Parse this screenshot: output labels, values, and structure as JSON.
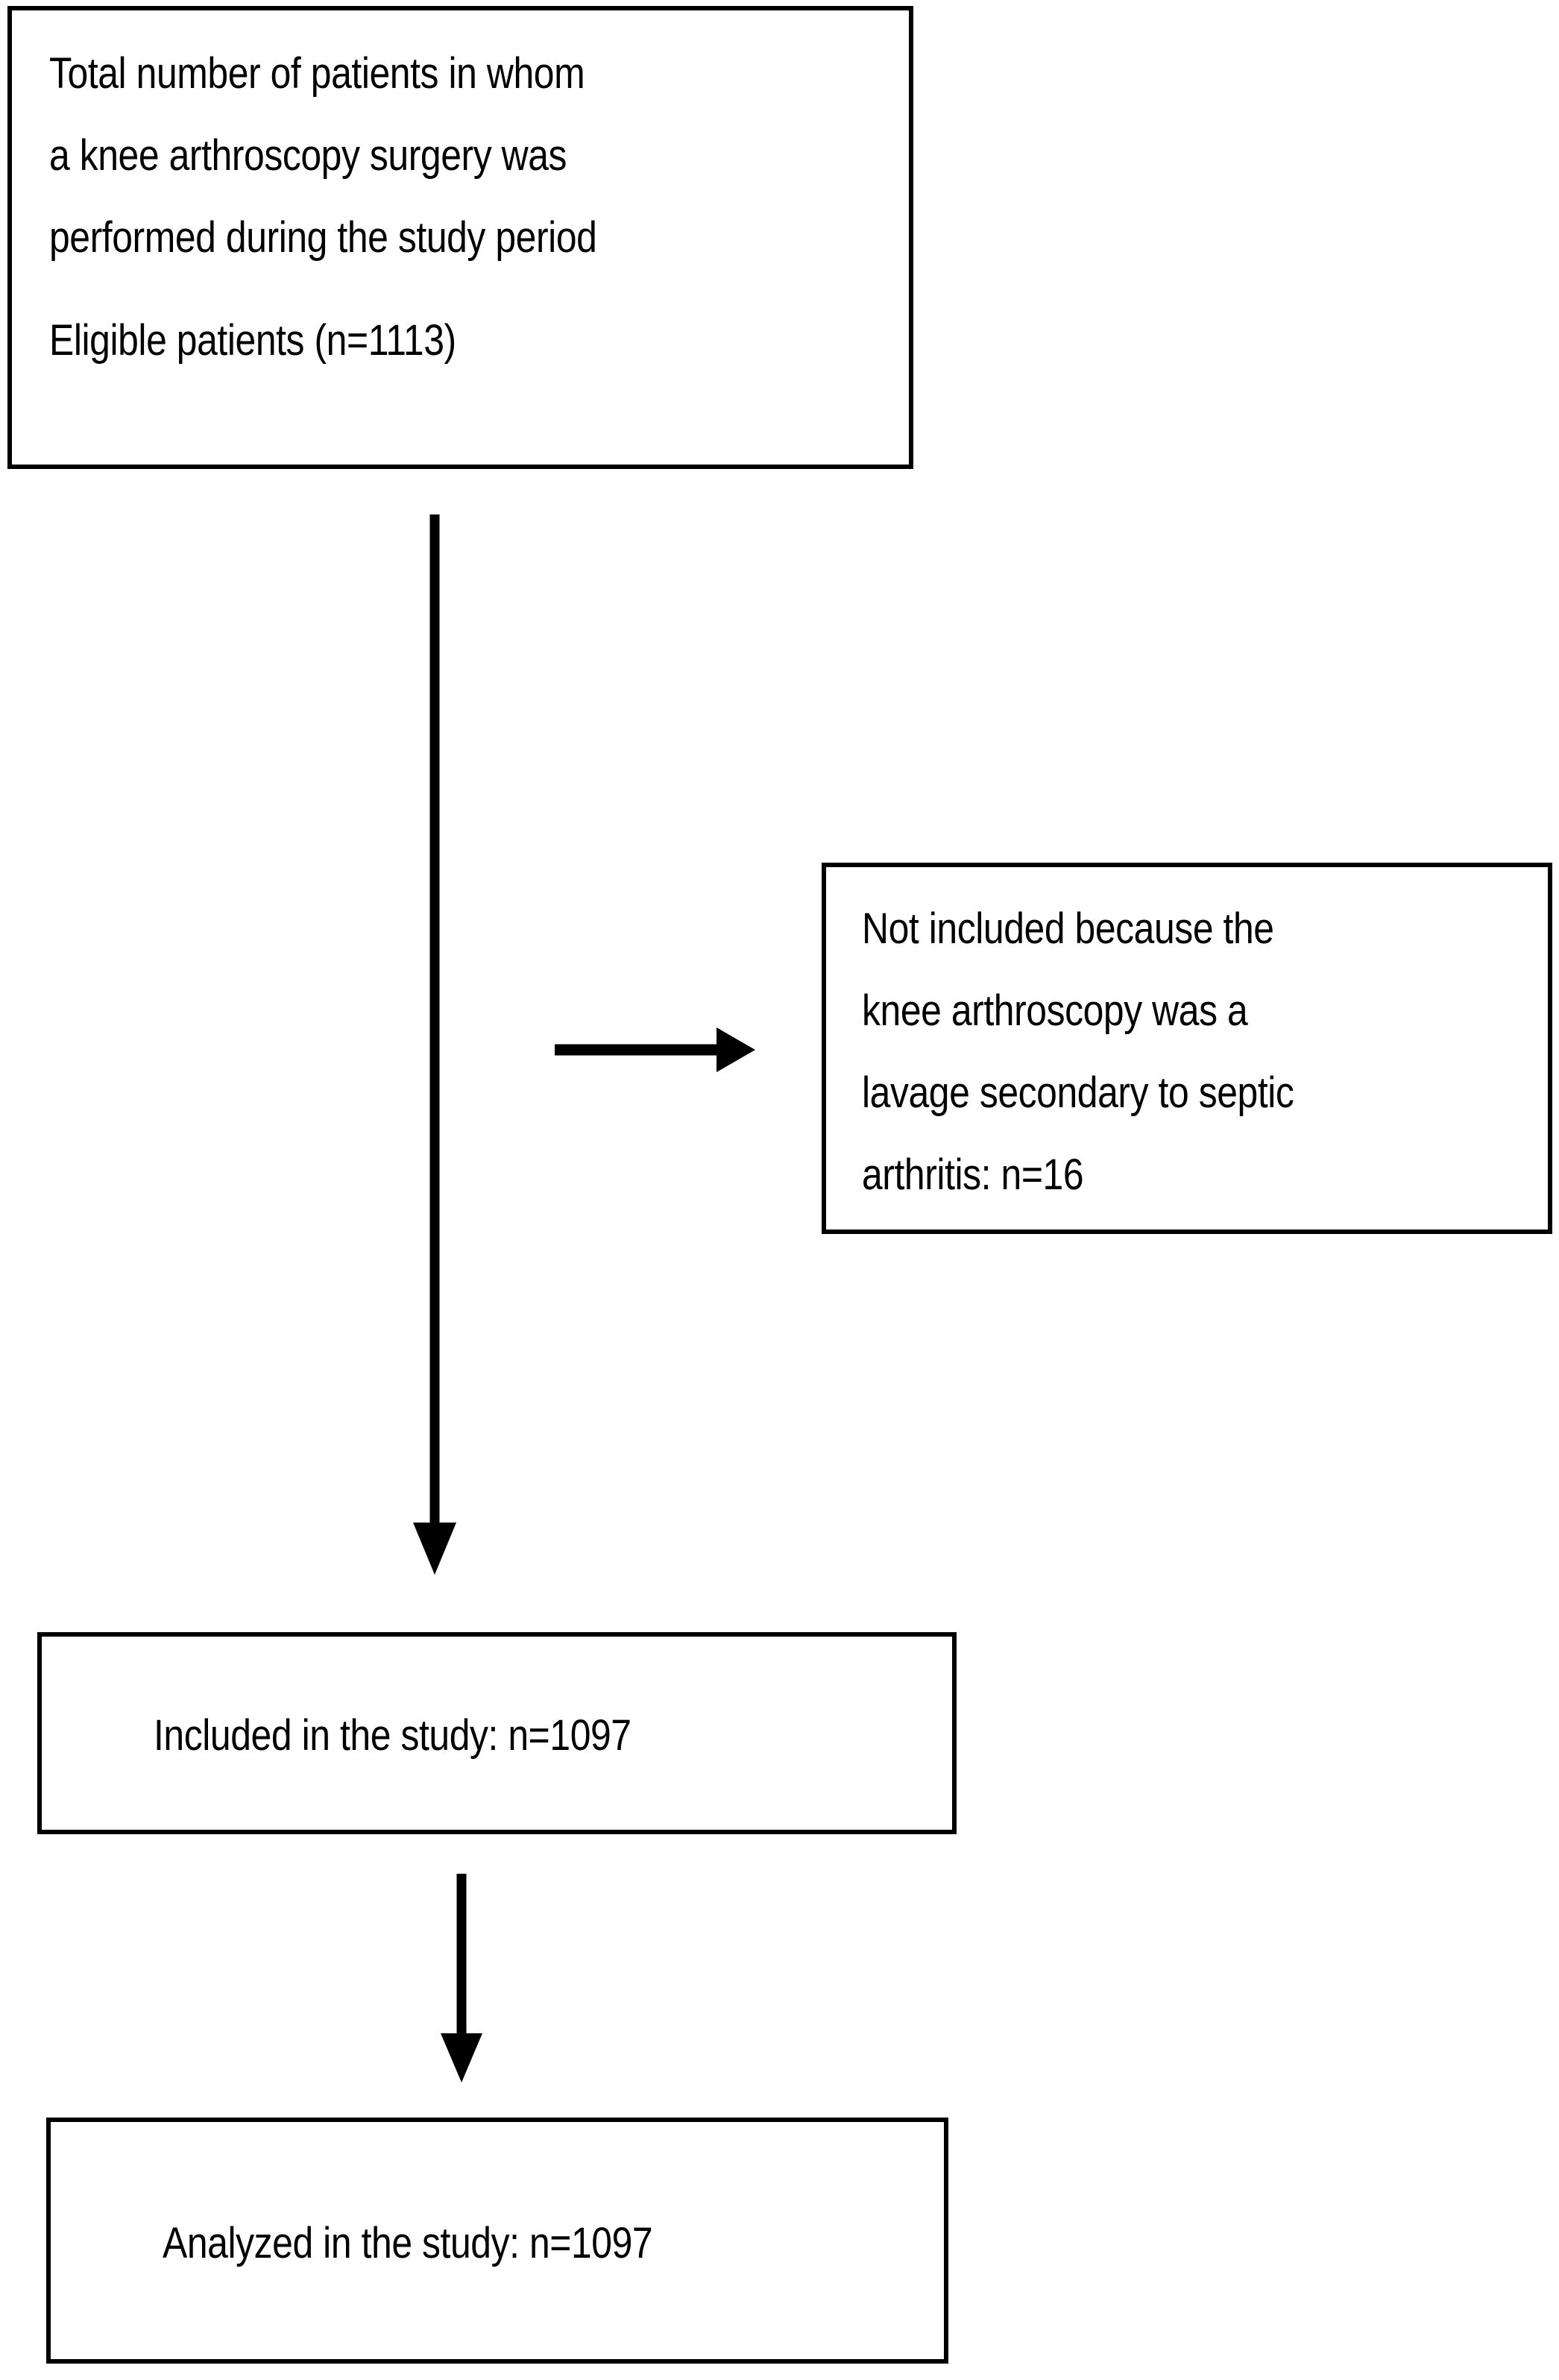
{
  "diagram": {
    "type": "patient-flow-diagram",
    "title": "",
    "boxes": [
      {
        "id": "eligible",
        "paragraphs": [
          "Total number of patients in whom\na knee arthroscopy surgery was\nperformed during the study period",
          "Eligible patients (n=1113)"
        ],
        "count_label": "n=1113",
        "count": 1113,
        "align": "left"
      },
      {
        "id": "excluded",
        "text": "Not included because the\nknee arthroscopy was a\nlavage secondary to septic\narthritis: n=16",
        "count_label": "n=16",
        "count": 16,
        "align": "left"
      },
      {
        "id": "included",
        "text": "Included in the study: n=1097",
        "count_label": "n=1097",
        "count": 1097,
        "align": "left"
      },
      {
        "id": "analyzed",
        "text": "Analyzed in the study: n=1097",
        "count_label": "n=1097",
        "count": 1097,
        "align": "left"
      }
    ],
    "arrows": [
      {
        "id": "main-down",
        "direction": "down",
        "from": "eligible",
        "to": "included"
      },
      {
        "id": "branch-right",
        "direction": "right",
        "from": "main-down",
        "to": "excluded"
      },
      {
        "id": "second-down",
        "direction": "down",
        "from": "included",
        "to": "analyzed"
      }
    ],
    "colors": {
      "stroke": "#000000",
      "background": "#ffffff",
      "text": "#000000"
    }
  }
}
